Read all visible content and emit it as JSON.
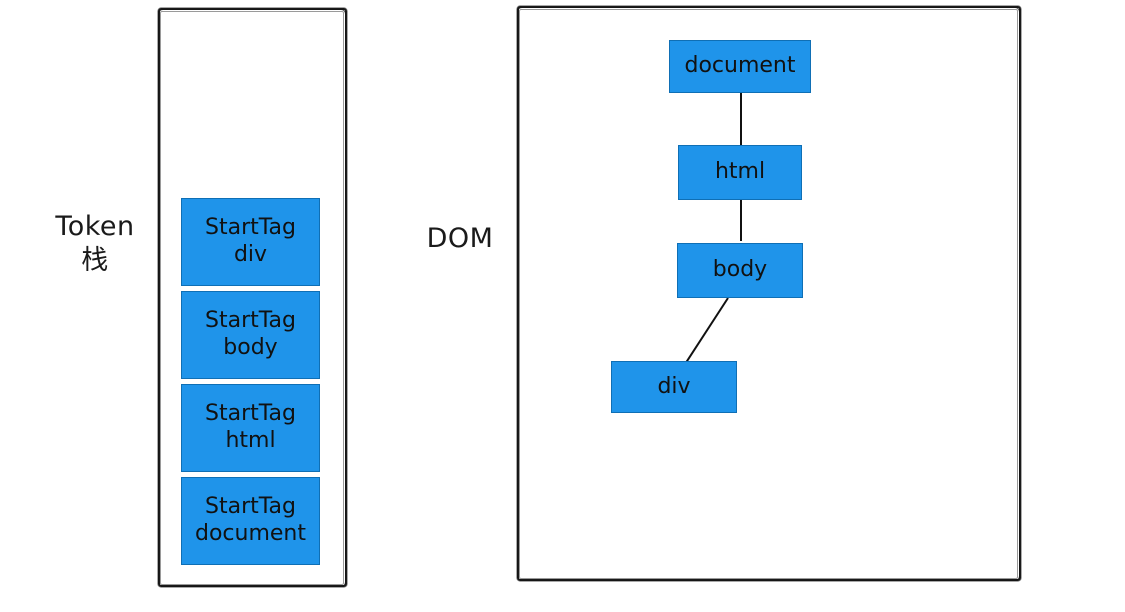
{
  "diagram": {
    "type": "html-parser-token-stack-and-dom",
    "left_panel": {
      "label": "Token\n栈",
      "stack_items": [
        {
          "line1": "StartTag",
          "line2": "div"
        },
        {
          "line1": "StartTag",
          "line2": "body"
        },
        {
          "line1": "StartTag",
          "line2": "html"
        },
        {
          "line1": "StartTag",
          "line2": "document"
        }
      ]
    },
    "right_panel": {
      "label": "DOM",
      "nodes": [
        {
          "id": "document",
          "text": "document"
        },
        {
          "id": "html",
          "text": "html"
        },
        {
          "id": "body",
          "text": "body"
        },
        {
          "id": "div",
          "text": "div"
        }
      ],
      "edges": [
        {
          "from": "document",
          "to": "html"
        },
        {
          "from": "html",
          "to": "body"
        },
        {
          "from": "body",
          "to": "div"
        }
      ]
    },
    "colors": {
      "node_fill": "#1f94ea",
      "node_border": "#0f6fb5",
      "stroke": "#111111",
      "background": "#ffffff"
    }
  }
}
